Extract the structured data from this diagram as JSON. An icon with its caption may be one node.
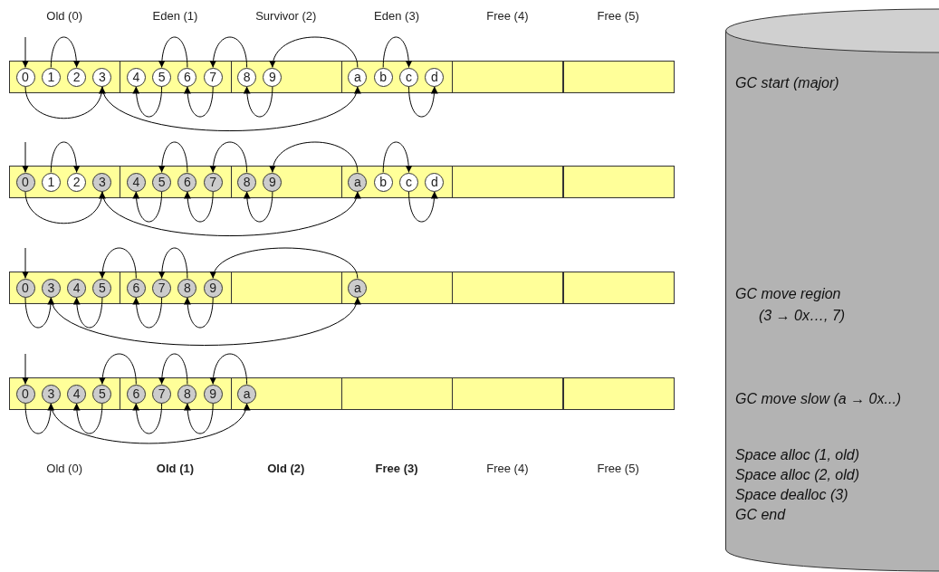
{
  "diagram": {
    "nodes": [
      {
        "text": [],
        "shape": "box",
        "beside": [
          "Old (0)"
        ]
      },
      {
        "text": [
          "0"
        ],
        "in": 0
      },
      {
        "text": [
          "1"
        ],
        "in": 0
      },
      {
        "text": [
          "2"
        ],
        "in": 0
      },
      {
        "text": [
          "3"
        ],
        "in": 0
      },
      {
        "text": [],
        "shape": "box",
        "beside": [
          "Eden (1)"
        ]
      },
      {
        "text": [
          "4"
        ],
        "in": 5
      },
      {
        "text": [
          "5"
        ],
        "in": 5
      },
      {
        "text": [
          "6"
        ],
        "in": 5
      },
      {
        "text": [
          "7"
        ],
        "in": 5
      },
      {
        "text": [],
        "shape": "box",
        "beside": [
          "Survivor (2)"
        ]
      },
      {
        "text": [
          "8"
        ],
        "in": 10
      },
      {
        "text": [
          "9"
        ],
        "in": 10
      },
      {
        "text": [],
        "shape": "box",
        "beside": [
          "Eden (3)"
        ]
      },
      {
        "text": [
          "a"
        ],
        "in": 13
      },
      {
        "text": [
          "b"
        ],
        "in": 13
      },
      {
        "text": [
          "c"
        ],
        "in": 13
      },
      {
        "text": [
          "d"
        ],
        "in": 13
      },
      {
        "text": [],
        "shape": "box",
        "beside": [
          "Free (4)"
        ]
      },
      {
        "text": [],
        "shape": "box",
        "beside": [
          "Free (5)"
        ]
      },
      {
        "text": [],
        "shape": "box"
      },
      {
        "text": [
          "0"
        ],
        "in": 20
      },
      {
        "text": [
          "1"
        ],
        "in": 20
      },
      {
        "text": [
          "2"
        ],
        "in": 20
      },
      {
        "text": [
          "3"
        ],
        "in": 20
      },
      {
        "text": [],
        "shape": "box"
      },
      {
        "text": [
          "4"
        ],
        "in": 25
      },
      {
        "text": [
          "5"
        ],
        "in": 25
      },
      {
        "text": [
          "6"
        ],
        "in": 25
      },
      {
        "text": [
          "7"
        ],
        "in": 25
      },
      {
        "text": [],
        "shape": "box"
      },
      {
        "text": [
          "8"
        ],
        "in": 30
      },
      {
        "text": [
          "9"
        ],
        "in": 30
      },
      {
        "text": [],
        "shape": "box"
      },
      {
        "text": [
          "a"
        ],
        "in": 33
      },
      {
        "text": [
          "b"
        ],
        "in": 33
      },
      {
        "text": [
          "c"
        ],
        "in": 33
      },
      {
        "text": [
          "d"
        ],
        "in": 33
      },
      {
        "text": [],
        "shape": "box"
      },
      {
        "text": [],
        "shape": "box"
      },
      {
        "text": [],
        "shape": "box"
      },
      {
        "text": [
          "0"
        ],
        "in": 40
      },
      {
        "text": [
          "3"
        ],
        "in": 40
      },
      {
        "text": [
          "4"
        ],
        "in": 40
      },
      {
        "text": [
          "5"
        ],
        "in": 40
      },
      {
        "text": [],
        "shape": "box"
      },
      {
        "text": [
          "6"
        ],
        "in": 45
      },
      {
        "text": [
          "7"
        ],
        "in": 45
      },
      {
        "text": [
          "8"
        ],
        "in": 45
      },
      {
        "text": [
          "9"
        ],
        "in": 45
      },
      {
        "text": [],
        "shape": "box"
      },
      {
        "text": [],
        "shape": "box"
      },
      {
        "text": [
          "a"
        ],
        "in": 51
      },
      {
        "text": [],
        "shape": "box"
      },
      {
        "text": [],
        "shape": "box"
      },
      {
        "text": [],
        "shape": "box"
      },
      {
        "text": [
          "0"
        ],
        "in": 55
      },
      {
        "text": [
          "3"
        ],
        "in": 55
      },
      {
        "text": [
          "4"
        ],
        "in": 55
      },
      {
        "text": [
          "5"
        ],
        "in": 55
      },
      {
        "text": [],
        "shape": "box"
      },
      {
        "text": [
          "6"
        ],
        "in": 60
      },
      {
        "text": [
          "7"
        ],
        "in": 60
      },
      {
        "text": [
          "8"
        ],
        "in": 60
      },
      {
        "text": [
          "9"
        ],
        "in": 60
      },
      {
        "text": [],
        "shape": "box"
      },
      {
        "text": [
          "a"
        ],
        "in": 65
      },
      {
        "text": [],
        "shape": "box"
      },
      {
        "text": [],
        "shape": "box"
      },
      {
        "text": [],
        "shape": "box"
      },
      {
        "text": [
          "GC start (major)",
          "GC move region (3 → 0x…, 7)",
          "GC move slow (a → 0x...)",
          "Space alloc (1, old)",
          "Space alloc (2, old)",
          "Space dealloc (3)",
          "GC end"
        ]
      }
    ],
    "edges": [
      {
        "from": null,
        "to": 1,
        "arrow": "to"
      },
      {
        "from": 2,
        "to": 3,
        "arrow": "to"
      },
      {
        "from": 1,
        "to": 4,
        "arrow": "to"
      },
      {
        "from": 8,
        "to": 7,
        "arrow": "to"
      },
      {
        "from": 7,
        "to": 6,
        "arrow": "to"
      },
      {
        "from": 11,
        "to": 9,
        "arrow": "to"
      },
      {
        "from": 9,
        "to": 8,
        "arrow": "to"
      },
      {
        "from": 14,
        "to": 12,
        "arrow": "to"
      },
      {
        "from": 12,
        "to": 11,
        "arrow": "to"
      },
      {
        "from": 4,
        "to": 14,
        "arrow": "to"
      },
      {
        "from": 15,
        "to": 16,
        "arrow": "to"
      },
      {
        "from": 16,
        "to": 17,
        "arrow": "to"
      },
      {
        "from": null,
        "to": 21,
        "arrow": "to"
      },
      {
        "from": 22,
        "to": 23,
        "arrow": "to"
      },
      {
        "from": 21,
        "to": 24,
        "arrow": "to"
      },
      {
        "from": 28,
        "to": 27,
        "arrow": "to"
      },
      {
        "from": 27,
        "to": 26,
        "arrow": "to"
      },
      {
        "from": 31,
        "to": 29,
        "arrow": "to"
      },
      {
        "from": 29,
        "to": 28,
        "arrow": "to"
      },
      {
        "from": 34,
        "to": 32,
        "arrow": "to"
      },
      {
        "from": 32,
        "to": 31,
        "arrow": "to"
      },
      {
        "from": 24,
        "to": 34,
        "arrow": "to"
      },
      {
        "from": 35,
        "to": 36,
        "arrow": "to"
      },
      {
        "from": 36,
        "to": 37,
        "arrow": "to"
      },
      {
        "from": null,
        "to": 41,
        "arrow": "to"
      },
      {
        "from": 46,
        "to": 44,
        "arrow": "to"
      },
      {
        "from": 41,
        "to": 42,
        "arrow": "to"
      },
      {
        "from": 44,
        "to": 43,
        "arrow": "to"
      },
      {
        "from": 48,
        "to": 47,
        "arrow": "to"
      },
      {
        "from": 47,
        "to": 46,
        "arrow": "to"
      },
      {
        "from": 49,
        "to": 48,
        "arrow": "to"
      },
      {
        "from": 52,
        "to": 49,
        "arrow": "to"
      },
      {
        "from": 42,
        "to": 52,
        "arrow": "to"
      },
      {
        "from": null,
        "to": 56,
        "arrow": "to"
      },
      {
        "from": 61,
        "to": 59,
        "arrow": "to"
      },
      {
        "from": 63,
        "to": 62,
        "arrow": "to"
      },
      {
        "from": 66,
        "to": 64,
        "arrow": "to"
      },
      {
        "from": 56,
        "to": 57,
        "arrow": "to"
      },
      {
        "from": 59,
        "to": 58,
        "arrow": "to"
      },
      {
        "from": 62,
        "to": 61,
        "arrow": "to"
      },
      {
        "from": 64,
        "to": 63,
        "arrow": "to"
      },
      {
        "from": 57,
        "to": 66,
        "arrow": "to"
      }
    ],
    "labels": [
      "Old (0)",
      "Old (1)",
      "Old (2)",
      "Free (3)",
      "Free (4)",
      "Free (5)"
    ]
  }
}
